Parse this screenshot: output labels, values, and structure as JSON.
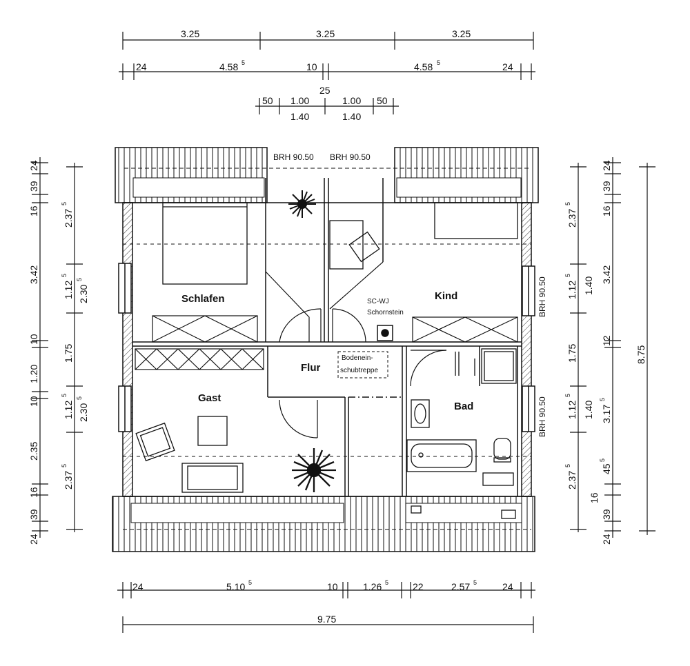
{
  "rooms": {
    "schlafen": "Schlafen",
    "kind": "Kind",
    "gast": "Gast",
    "flur": "Flur",
    "bad": "Bad"
  },
  "notes": {
    "brh_left": "BRH 90.50",
    "brh_right": "BRH 90.50",
    "brh_kind": "BRH 90.50",
    "brh_bad": "BRH 90.50",
    "chimney_1": "SC-WJ",
    "chimney_2": "Schornstein",
    "stair_1": "Bodenein-",
    "stair_2": "schubtreppe"
  },
  "dims_top": {
    "row1": [
      "3.25",
      "3.25",
      "3.25"
    ],
    "row2_a": "24",
    "row2_b": "4.58",
    "row2_b_sup": "5",
    "row2_c": "10",
    "row2_d": "4.58",
    "row2_d_sup": "5",
    "row2_e": "24",
    "mid": "25",
    "row3": [
      "50",
      "1.00",
      "1.00",
      "50"
    ],
    "row4": [
      "1.40",
      "1.40"
    ]
  },
  "dims_bottom": {
    "a": "24",
    "b": "5.10",
    "b_sup": "5",
    "c": "10",
    "d": "1.26",
    "d_sup": "5",
    "e": "22",
    "f": "2.57",
    "f_sup": "5",
    "g": "24",
    "total": "9.75"
  },
  "dims_left_outer": [
    "24",
    "39",
    "16",
    "3.42",
    "10",
    "1.20",
    "10",
    "2.35",
    "16",
    "39",
    "24"
  ],
  "dims_left_inner": {
    "a": "2.37",
    "a_sup": "5",
    "b": "1.12",
    "b_sup": "5",
    "c": "2.30",
    "c_sup": "5",
    "d": "1.75",
    "e": "1.12",
    "e_sup": "5",
    "f": "2.30",
    "f_sup": "5",
    "g": "2.37",
    "g_sup": "5"
  },
  "dims_right_inner": {
    "a": "2.37",
    "a_sup": "5",
    "b": "1.12",
    "b_sup": "5",
    "c": "1.40",
    "d": "1.75",
    "e": "1.12",
    "e_sup": "5",
    "f": "1.40",
    "g": "2.37",
    "g_sup": "5",
    "h": "16"
  },
  "dims_right_outer": {
    "a": "24",
    "b": "39",
    "c": "16",
    "d": "3.42",
    "e": "12",
    "f": "3.17",
    "f_sup": "5",
    "g": "45",
    "g_sup": "5",
    "h": "39",
    "i": "24",
    "total": "8.75"
  }
}
